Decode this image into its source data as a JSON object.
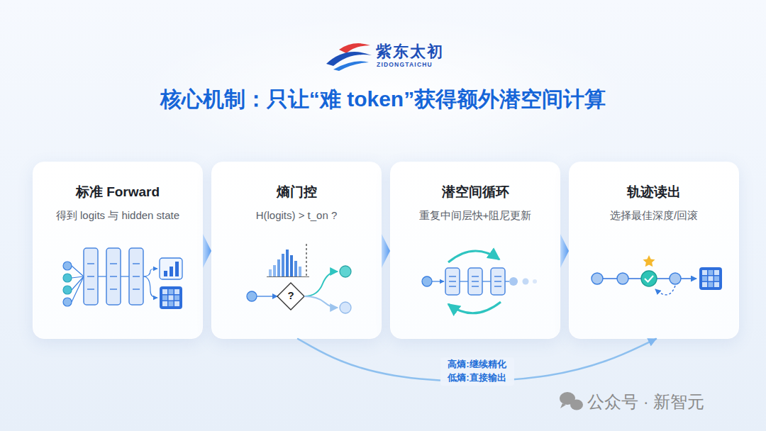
{
  "diagram": {
    "title": "核心机制：只让“难 token”获得额外潜空间计算",
    "nodes": [
      {
        "text": [
          "标准 Forward",
          "得到 logits 与 hidden state"
        ]
      },
      {
        "text": [
          "熵门控",
          "H(logits) > t_on ?"
        ]
      },
      {
        "text": [
          "潜空间循环",
          "重复中间层快+阻尼更新"
        ]
      },
      {
        "text": [
          "轨迹读出",
          "选择最佳深度/回滚"
        ]
      }
    ],
    "edges": [
      {
        "from": 0,
        "to": 1,
        "arrow": "to"
      },
      {
        "from": 1,
        "to": 2,
        "arrow": "to"
      },
      {
        "from": 2,
        "to": 3,
        "arrow": "to"
      },
      {
        "from": 1,
        "to": 3,
        "arrow": "to",
        "label": "高熵:继续精化 低熵:直接输出"
      }
    ],
    "labels": [
      "紫东太初",
      "ZIDONGTAICHU",
      "?",
      "公众号 · 新智元"
    ]
  }
}
